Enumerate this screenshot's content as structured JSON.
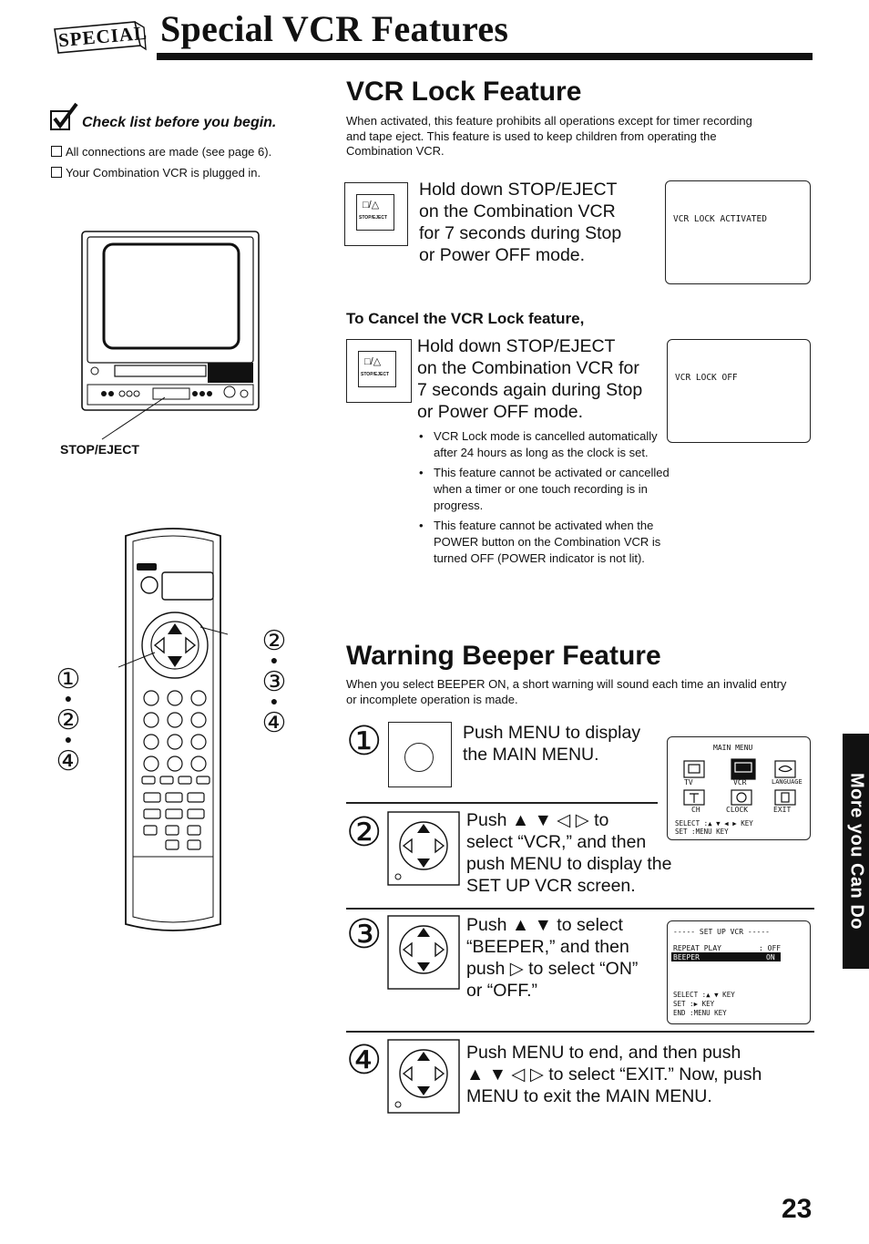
{
  "header": {
    "badge": "SPECIAL",
    "title": "Special VCR Features"
  },
  "checklist": {
    "title": "Check list before you begin.",
    "items": [
      "All connections are made (see page 6).",
      "Your Combination VCR is plugged in."
    ]
  },
  "tv_label": "STOP/EJECT",
  "remote_callouts": {
    "left": [
      "①",
      "②",
      "④"
    ],
    "right": [
      "②",
      "③",
      "④"
    ]
  },
  "vcr_lock": {
    "heading": "VCR Lock Feature",
    "intro": "When activated, this feature prohibits all operations except for timer recording and tape eject. This feature is used to keep children from operating the Combination VCR.",
    "button_label": "STOP/EJECT",
    "step_lines": [
      "Hold down STOP/EJECT",
      "on the Combination VCR",
      "for 7 seconds during Stop",
      "or Power OFF mode."
    ],
    "screen_text": "VCR LOCK ACTIVATED",
    "cancel_heading": "To Cancel the VCR Lock feature,",
    "cancel_lines": [
      "Hold down STOP/EJECT",
      "on the Combination VCR for",
      "7 seconds again during Stop",
      "or Power OFF mode."
    ],
    "cancel_screen_text": "VCR LOCK OFF",
    "notes": [
      "VCR Lock mode is cancelled automatically after 24 hours as long as the clock is set.",
      "This feature cannot be activated or cancelled when a timer or one touch recording is in progress.",
      "This feature cannot be activated when the POWER button on the Combination VCR is turned OFF (POWER indicator is not lit)."
    ]
  },
  "beeper": {
    "heading": "Warning Beeper Feature",
    "intro": "When you select BEEPER ON, a short warning will sound each time an invalid entry or incomplete operation is made.",
    "steps": [
      {
        "num": "①",
        "lines": [
          "Push MENU to display",
          "the MAIN MENU."
        ]
      },
      {
        "num": "②",
        "lines": [
          "Push ▲ ▼ ◁ ▷ to",
          "select “VCR,” and then",
          "push MENU to display the",
          "SET UP VCR screen."
        ]
      },
      {
        "num": "③",
        "lines": [
          "Push ▲ ▼ to select",
          "“BEEPER,” and then",
          "push ▷ to select “ON”",
          "or “OFF.”"
        ]
      },
      {
        "num": "④",
        "lines": [
          "Push MENU to end, and then push",
          "▲ ▼ ◁ ▷ to select “EXIT.” Now, push",
          "MENU to exit the MAIN MENU."
        ]
      }
    ],
    "main_menu": {
      "title": "MAIN MENU",
      "icons": [
        "TV",
        "VCR",
        "LANGUAGE",
        "CH",
        "CLOCK",
        "EXIT"
      ],
      "hint1": "SELECT :▲ ▼ ◀ ▶ KEY",
      "hint2": "SET      :MENU KEY"
    },
    "setup_vcr": {
      "title": "----- SET UP VCR -----",
      "row1_label": "REPEAT PLAY",
      "row1_value": ": OFF",
      "row2_label": "BEEPER",
      "row2_value": "ON",
      "hint1": "SELECT :▲ ▼ KEY",
      "hint2": "SET      :▶ KEY",
      "hint3": "END      :MENU KEY"
    }
  },
  "side_tab": "More you Can Do",
  "page_number": "23"
}
